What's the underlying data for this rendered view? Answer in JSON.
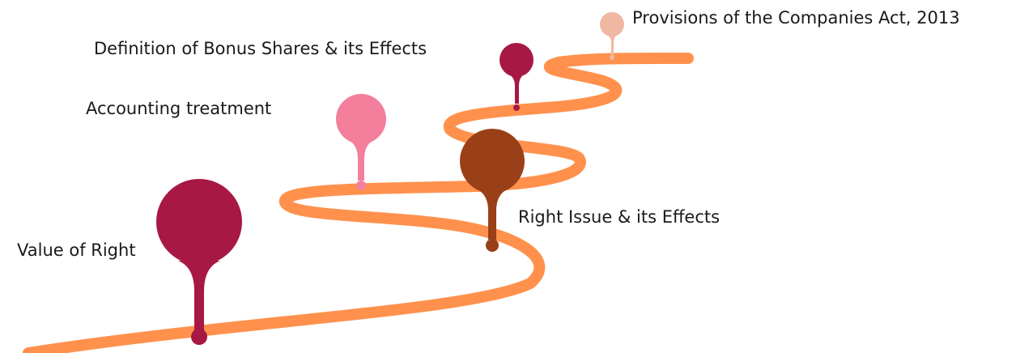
{
  "roadmap": {
    "road_color": "#ff914d",
    "milestones": [
      {
        "id": "value-of-right",
        "label": "Value of Right",
        "color": "#a81844"
      },
      {
        "id": "right-issue",
        "label": "Right Issue & its Effects",
        "color": "#9a4018"
      },
      {
        "id": "accounting-treatment",
        "label": "Accounting treatment",
        "color": "#f47f9d"
      },
      {
        "id": "bonus-shares",
        "label": "Definition of Bonus Shares & its Effects",
        "color": "#a81844"
      },
      {
        "id": "companies-act",
        "label": "Provisions of the Companies Act, 2013",
        "color": "#f0b7a3"
      }
    ]
  }
}
